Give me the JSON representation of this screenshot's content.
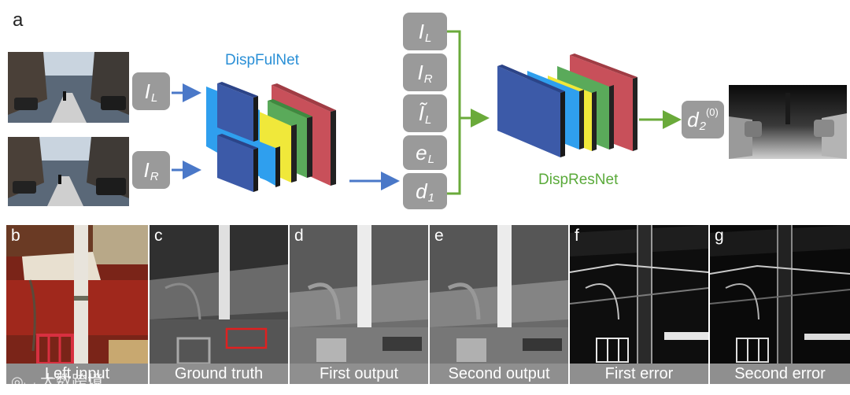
{
  "figure_label": "a",
  "inputs": {
    "left_tag": {
      "main": "I",
      "sub": "L"
    },
    "right_tag": {
      "main": "I",
      "sub": "R"
    }
  },
  "networks": {
    "first": "DispFulNet",
    "second": "DispResNet"
  },
  "colors": {
    "first_net_label": "#2a8fd6",
    "second_net_label": "#5aaa3a",
    "arrow_blue": "#4a78c8",
    "arrow_green": "#6aaa3a",
    "tag_gray": "#9a9a9a",
    "caption_gray": "#8f8f8f"
  },
  "stack": [
    {
      "main": "I",
      "sub": "L"
    },
    {
      "main": "I",
      "sub": "R"
    },
    {
      "main": "Ĩ",
      "sub": "L"
    },
    {
      "main": "e",
      "sub": "L"
    },
    {
      "main": "d",
      "sub": "1"
    }
  ],
  "output_tag": {
    "main": "d",
    "sub": "2",
    "sup": "(0)"
  },
  "panels": [
    {
      "letter": "b",
      "caption": "Left input"
    },
    {
      "letter": "c",
      "caption": "Ground truth"
    },
    {
      "letter": "d",
      "caption": "First output"
    },
    {
      "letter": "e",
      "caption": "Second output"
    },
    {
      "letter": "f",
      "caption": "First error"
    },
    {
      "letter": "g",
      "caption": "Second error"
    }
  ],
  "watermark": "大数跨境"
}
